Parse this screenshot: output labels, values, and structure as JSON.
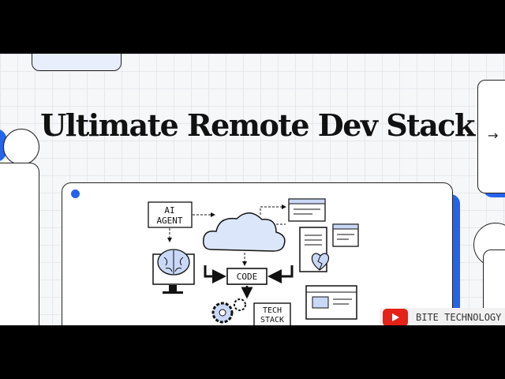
{
  "slide": {
    "title": "Ultimate Remote Dev Stack",
    "next_arrow": "→"
  },
  "diagram": {
    "ai_agent_line1": "AI",
    "ai_agent_line2": "AGENT",
    "code": "CODE",
    "tech_stack_line1": "TECH",
    "tech_stack_line2": "STACK"
  },
  "channel_badge": {
    "name": "BITE TECHNOLOGY"
  },
  "colors": {
    "accent": "#2563eb",
    "badge_red": "#e62117"
  }
}
